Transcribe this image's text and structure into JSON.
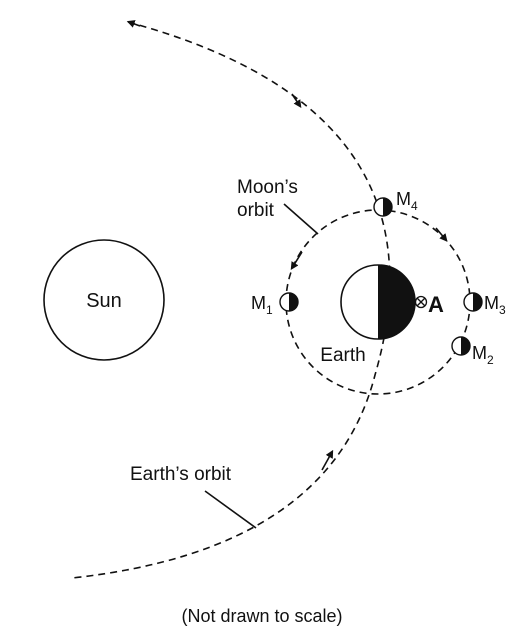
{
  "labels": {
    "sun": "Sun",
    "earth": "Earth",
    "point_a": "A",
    "moons_orbit_line1": "Moon’s",
    "moons_orbit_line2": "orbit",
    "earths_orbit": "Earth’s orbit",
    "caption": "(Not drawn to scale)",
    "m1": {
      "letter": "M",
      "sub": "1"
    },
    "m2": {
      "letter": "M",
      "sub": "2"
    },
    "m3": {
      "letter": "M",
      "sub": "3"
    },
    "m4": {
      "letter": "M",
      "sub": "4"
    }
  },
  "colors": {
    "ink": "#111111",
    "paper": "#ffffff"
  },
  "icons": {
    "point_a_marker": "circled-x-icon"
  }
}
